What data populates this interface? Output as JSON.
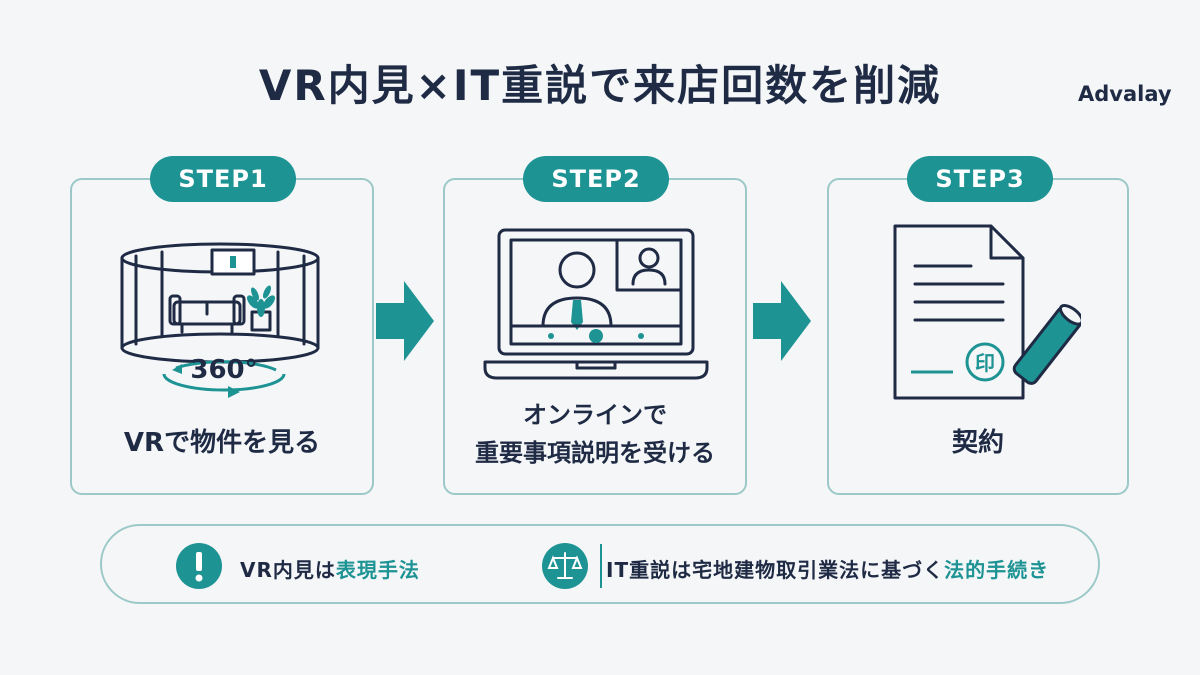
{
  "title": "VR内見×IT重説で来店回数を削減",
  "brand": "Advalay",
  "steps": [
    {
      "badge": "STEP1",
      "label_lines": [
        "VRで物件を見る"
      ],
      "icon": "vr-room-360-icon",
      "icon_text": "360°"
    },
    {
      "badge": "STEP2",
      "label_lines": [
        "オンラインで",
        "重要事項説明を受ける"
      ],
      "icon": "laptop-video-call-icon"
    },
    {
      "badge": "STEP3",
      "label_lines": [
        "契約"
      ],
      "icon": "contract-document-stamp-icon",
      "icon_text": "印"
    }
  ],
  "notes": [
    {
      "icon": "exclamation-icon",
      "text_prefix": "VR内見は",
      "text_highlight": "表現手法"
    },
    {
      "icon": "scales-icon",
      "text_prefix": "IT重説は宅地建物取引業法に基づく",
      "text_highlight": "法的手続き"
    }
  ],
  "colors": {
    "accent": "#1e9394",
    "text": "#1f2a44",
    "border": "#9cc9c8",
    "background": "#f4f6f8"
  }
}
